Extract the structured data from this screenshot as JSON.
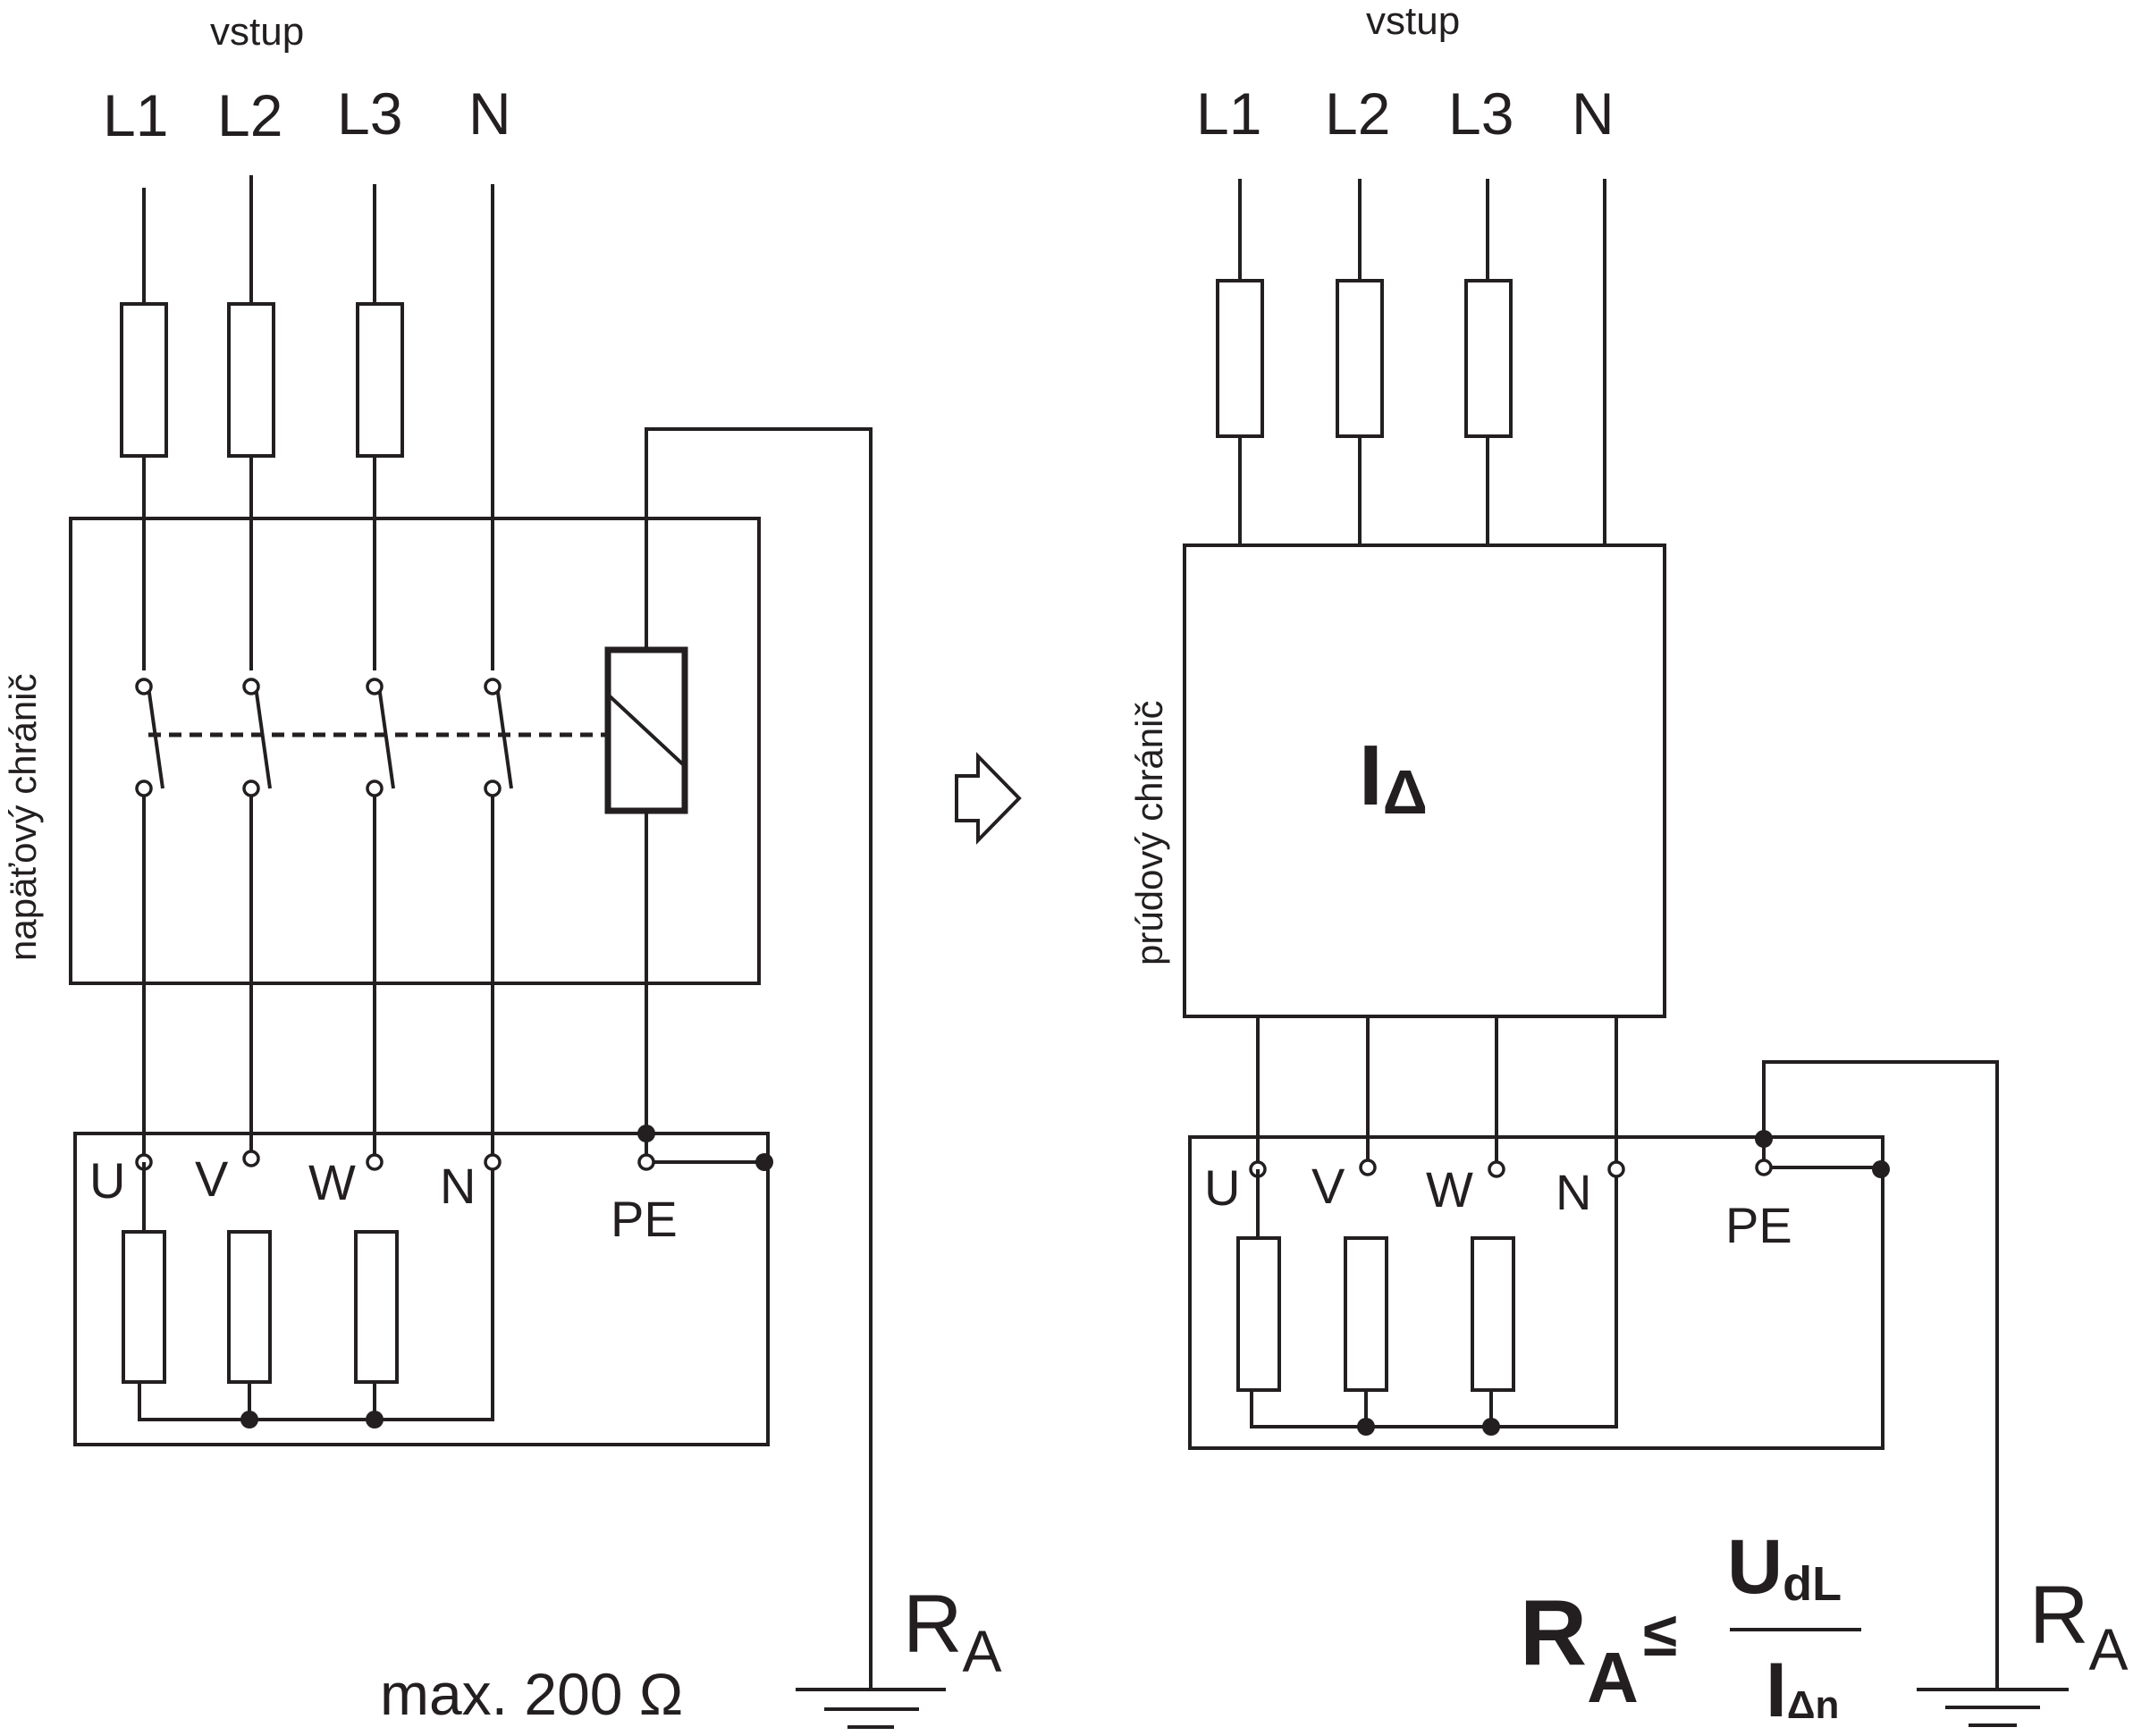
{
  "left": {
    "input_label": "vstup",
    "phases": [
      "L1",
      "L2",
      "L3",
      "N"
    ],
    "protector_label": "napäťový chránič",
    "terminals": [
      "U",
      "V",
      "W",
      "N"
    ],
    "pe_label": "PE",
    "earth_label": "R",
    "earth_sub": "A",
    "resistance_note": "max. 200 Ω"
  },
  "right": {
    "input_label": "vstup",
    "phases": [
      "L1",
      "L2",
      "L3",
      "N"
    ],
    "protector_label": "prúdový chránič",
    "device_symbol": "I",
    "device_sub": "Δ",
    "terminals": [
      "U",
      "V",
      "W",
      "N"
    ],
    "pe_label": "PE",
    "earth_label": "R",
    "earth_sub": "A",
    "formula": {
      "lhs": "R",
      "lhs_sub": "A",
      "relation": "≤",
      "numerator": "U",
      "numerator_sub": "dL",
      "denominator": "I",
      "denominator_sub": "Δn"
    }
  }
}
